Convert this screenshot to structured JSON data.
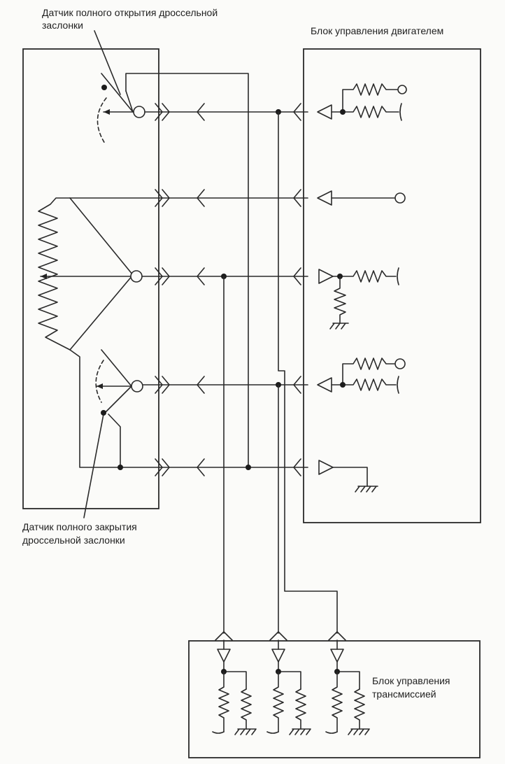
{
  "labels": {
    "open_sensor_line1": "Датчик полного открытия дроссельной",
    "open_sensor_line2": "заслонки",
    "engine_unit": "Блок управления двигателем",
    "closed_sensor_line1": "Датчик полного закрытия",
    "closed_sensor_line2": "дроссельной заслонки",
    "transmission_unit_line1": "Блок управления",
    "transmission_unit_line2": "трансмиссией"
  }
}
